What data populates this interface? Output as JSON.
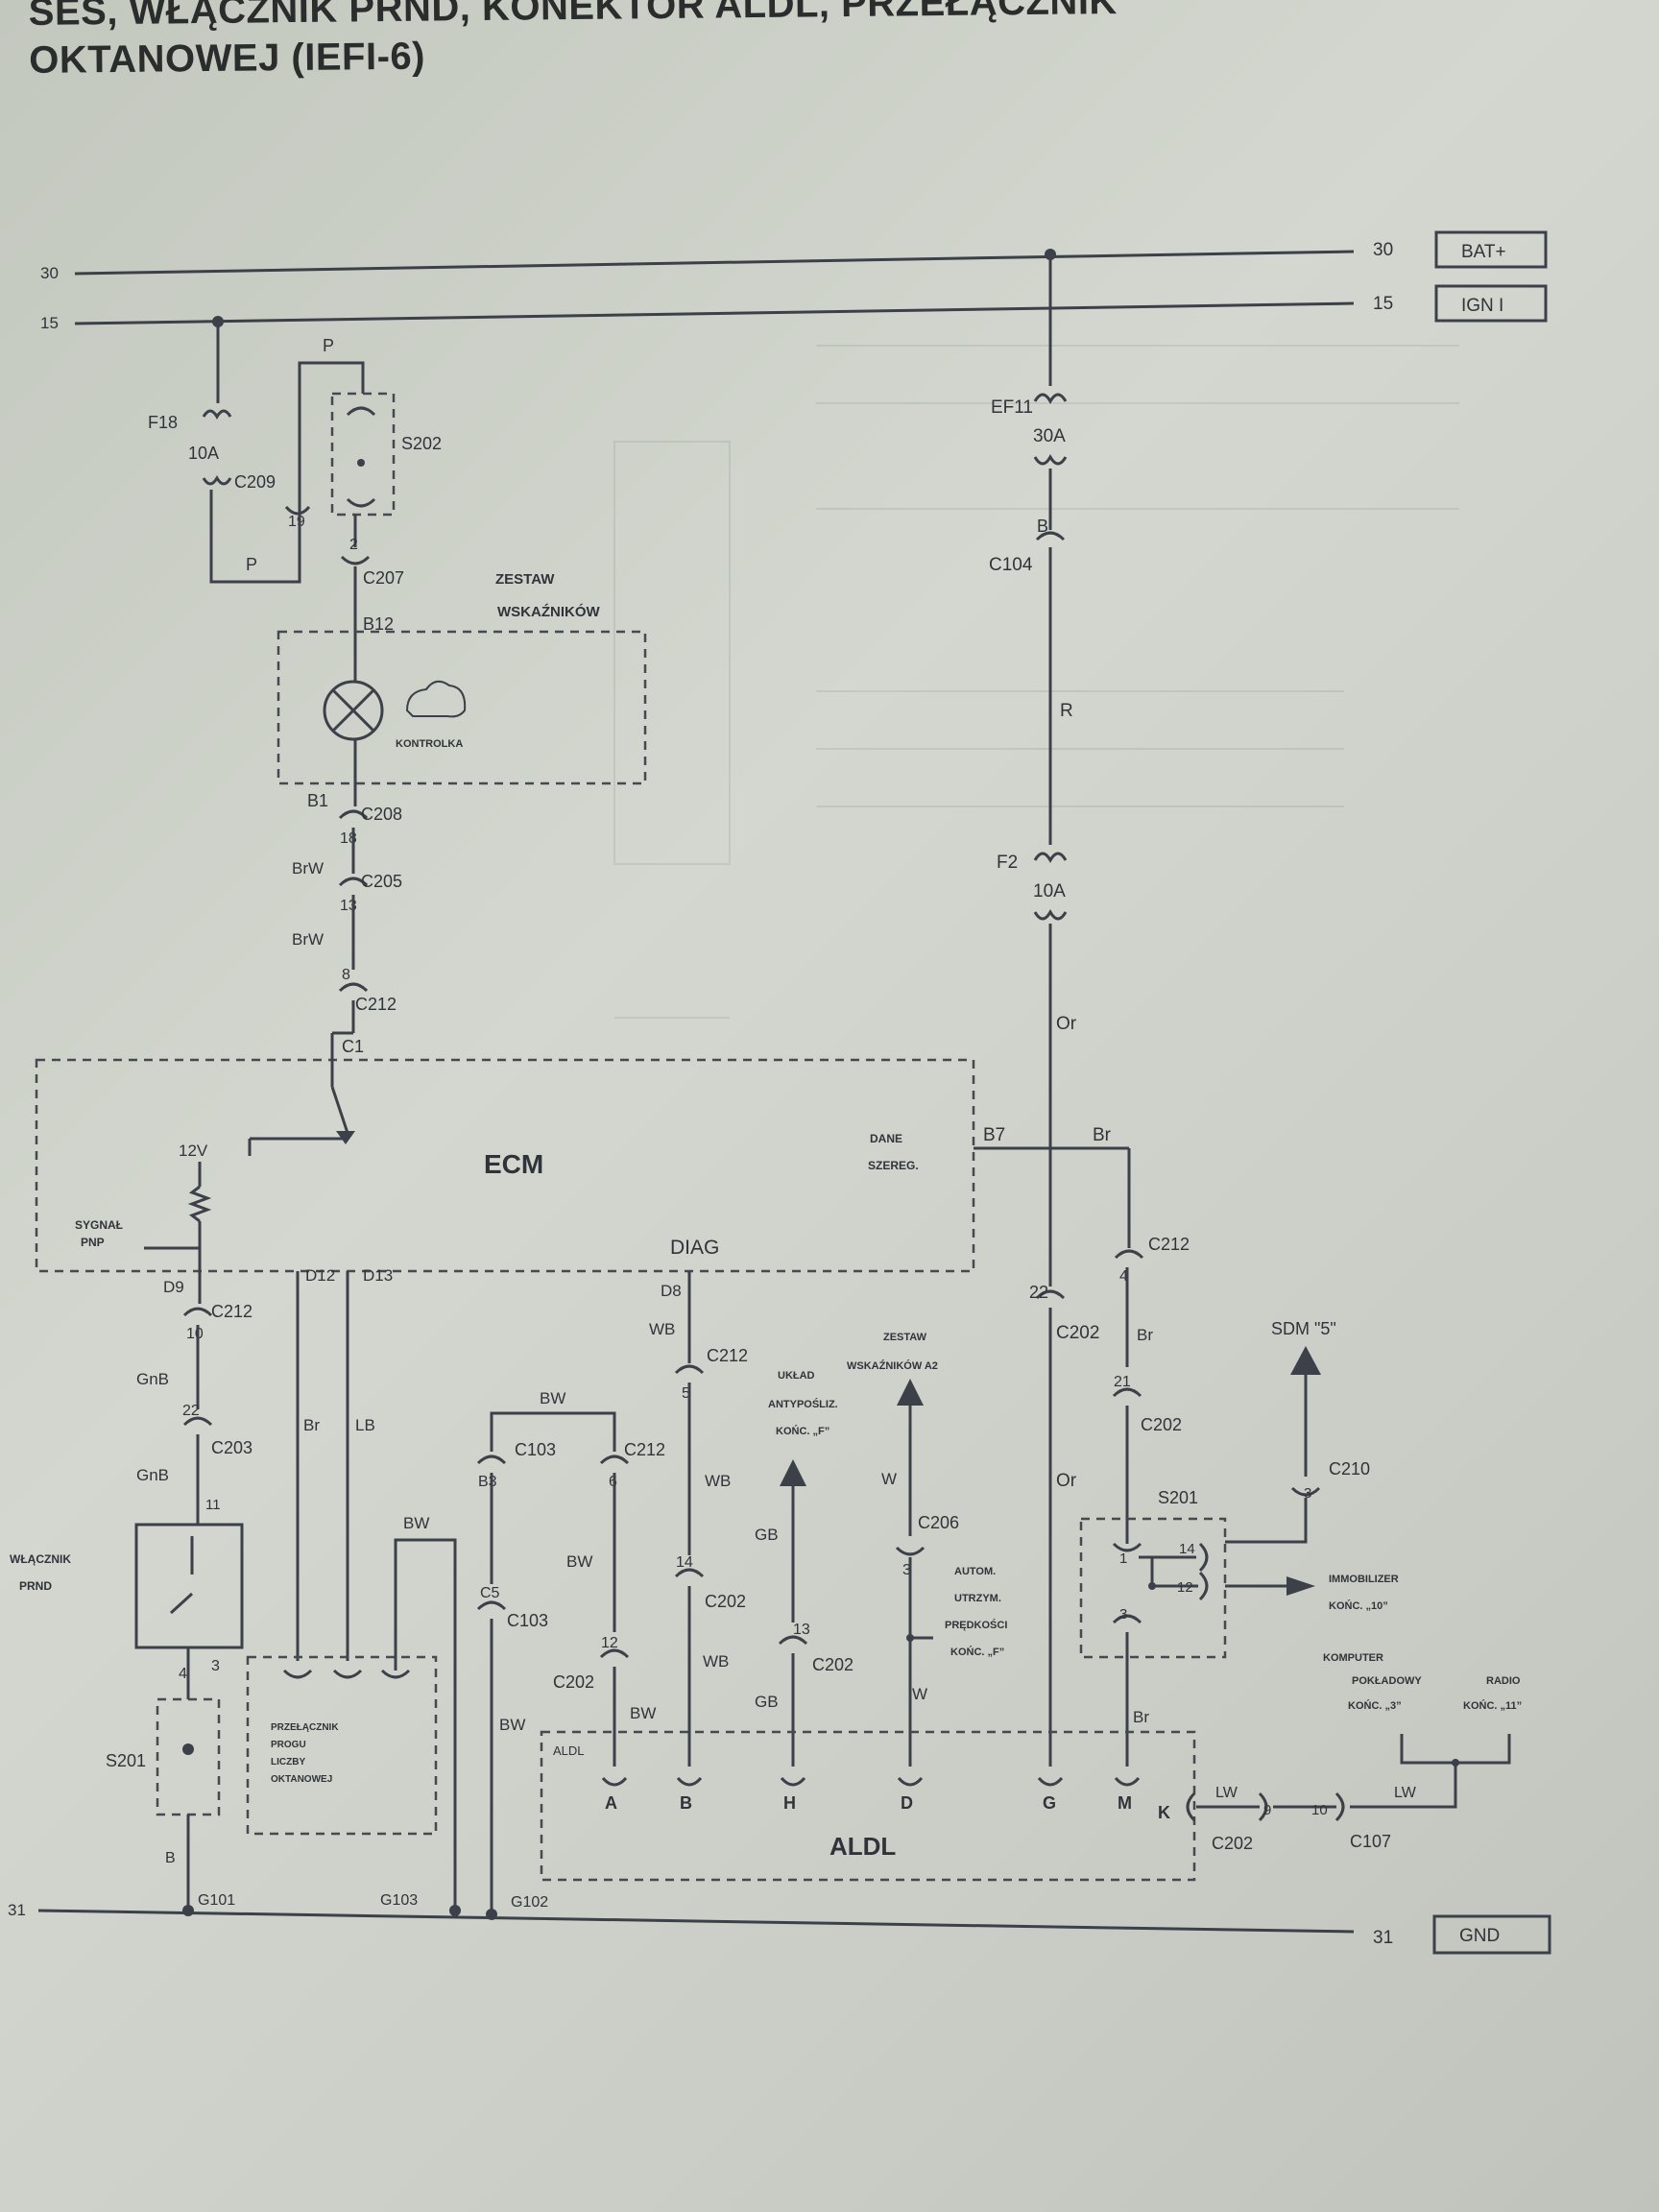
{
  "title": {
    "line1": "SES, WŁĄCZNIK PRND, KONEKTOR ALDL, PRZEŁĄCZNIK",
    "line2": "OKTANOWEJ (IEFI-6)"
  },
  "rails": {
    "bat": {
      "left_num": "30",
      "right_num": "30",
      "tag": "BAT+"
    },
    "ign": {
      "left_num": "15",
      "right_num": "15",
      "tag": "IGN I"
    },
    "gnd": {
      "left_num": "31",
      "right_num": "31",
      "tag": "GND"
    }
  },
  "fuses": {
    "ef11": {
      "name": "EF11",
      "rating": "30A"
    },
    "f2": {
      "name": "F2",
      "rating": "10A"
    },
    "f18": {
      "name": "F18",
      "rating": "10A"
    }
  },
  "blocks": {
    "cluster": {
      "label1": "ZESTAW",
      "label2": "WSKAŹNIKÓW",
      "lamp": "KONTROLKA"
    },
    "ecm": {
      "label": "ECM",
      "diag": "DIAG",
      "voltage": "12V",
      "signal1": "SYGNAŁ",
      "signal2": "PNP",
      "data1": "DANE",
      "data2": "SZEREG."
    },
    "aldl": {
      "label": "ALDL"
    },
    "prnd": {
      "label1": "WŁĄCZNIK",
      "label2": "PRND"
    },
    "octane": {
      "label1": "PRZEŁĄCZNIK",
      "label2": "PROGU",
      "label3": "LICZBY",
      "label4": "OKTANOWEJ"
    }
  },
  "refs": {
    "sdm": "SDM \"5\"",
    "cluster_a2": {
      "l1": "ZESTAW",
      "l2": "WSKAŹNIKÓW A2"
    },
    "tcm": {
      "l1": "UKŁAD",
      "l2": "ANTYPOŚLIZ.",
      "l3": "KOŃC. „F”"
    },
    "cruise": {
      "l1": "AUTOM.",
      "l2": "UTRZYM.",
      "l3": "PRĘDKOŚCI",
      "l4": "KOŃC. „F”"
    },
    "immo": {
      "l1": "IMMOBILIZER",
      "l2": "KOŃC. „10”"
    },
    "radio": {
      "l1": "RADIO",
      "l2": "KOŃC. „11”"
    },
    "kombi": {
      "l1": "KOMPUTER",
      "l2": "POKŁADOWY",
      "l3": "KOŃC. „3”"
    }
  },
  "connectors": [
    "C104",
    "C212",
    "C202",
    "C210",
    "S201",
    "C103",
    "C206",
    "C207",
    "C208",
    "C205",
    "C209",
    "C107",
    "S202",
    "S201",
    "G103",
    "G102"
  ],
  "wire_colors": [
    "R",
    "Or",
    "Br",
    "WB",
    "BW",
    "GB",
    "W",
    "LB",
    "LW",
    "GnB",
    "BrW",
    "B",
    "P"
  ],
  "pins": [
    "B",
    "22",
    "4",
    "21",
    "1",
    "14",
    "12",
    "3",
    "5",
    "6",
    "B3",
    "C5",
    "13",
    "2",
    "19",
    "18",
    "8",
    "C1",
    "D9",
    "D12",
    "D13",
    "D8",
    "B7",
    "B12",
    "B1",
    "A",
    "G",
    "H",
    "D",
    "M",
    "K",
    "9",
    "10",
    "11"
  ]
}
